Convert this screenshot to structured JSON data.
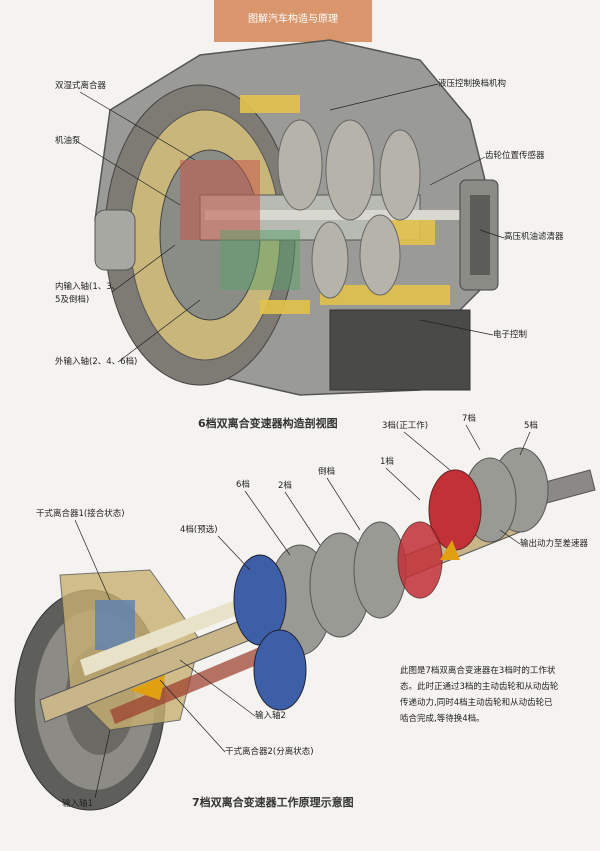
{
  "header": {
    "tab_title": "图解汽车构造与原理"
  },
  "figure1": {
    "caption": "6档双离合变速器构造剖视图",
    "labels": {
      "dual_wet_clutch": "双湿式离合器",
      "oil_pump": "机油泵",
      "inner_shaft_1": "内输入轴(1、3、",
      "inner_shaft_2": "5及倒档)",
      "outer_shaft": "外输入轴(2、4、6档)",
      "hydraulic_control": "液压控制换档机构",
      "gear_sensor": "齿轮位置传感器",
      "oil_filter": "高压机油滤清器",
      "electronic_control": "电子控制"
    }
  },
  "figure2": {
    "caption": "7档双离合变速器工作原理示意图",
    "labels": {
      "gear3": "3档(正工作)",
      "gear7": "7档",
      "gear5": "5档",
      "gear1": "1档",
      "gear_reverse": "倒档",
      "gear2": "2档",
      "gear6": "6档",
      "gear4": "4档(预选)",
      "dry_clutch1": "干式离合器1(接合状态)",
      "output": "输出动力至差速器",
      "input_shaft2": "输入轴2",
      "dry_clutch2": "干式离合器2(分离状态)",
      "input_shaft1": "输入轴1"
    },
    "description": "此图是7档双离合变速器在3档时的工作状态。此时正通过3档的主动齿轮和从动齿轮传递动力,同时4档主动齿轮和从动齿轮已啮合完成,等待换4档。"
  }
}
